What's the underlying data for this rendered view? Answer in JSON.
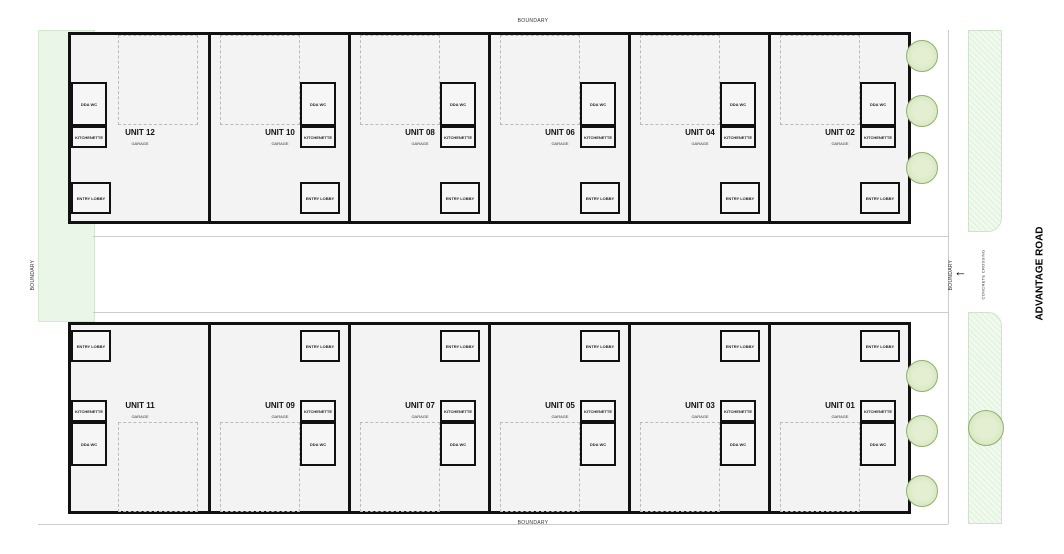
{
  "labels": {
    "boundary": "BOUNDARY",
    "road": "ADVANTAGE ROAD",
    "crossing": "CONCRETE CROSSING",
    "arrow": "←"
  },
  "rooms": {
    "wc": "DDA WC",
    "kitchenette": "KITCHENETTE",
    "lobby": "ENTRY LOBBY",
    "garage": "GARAGE"
  },
  "top_units": [
    "UNIT 12",
    "UNIT 10",
    "UNIT 08",
    "UNIT 06",
    "UNIT 04",
    "UNIT 02"
  ],
  "bottom_units": [
    "UNIT 11",
    "UNIT 09",
    "UNIT 07",
    "UNIT 05",
    "UNIT 03",
    "UNIT 01"
  ],
  "colors": {
    "wall": "#111111",
    "floor": "#f3f3f3",
    "landscape": "#eaf7e8"
  }
}
